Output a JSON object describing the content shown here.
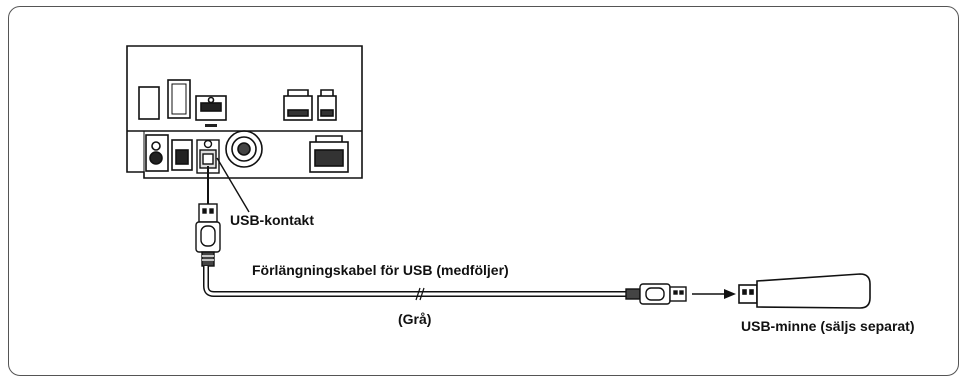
{
  "labels": {
    "usb_connector": "USB-kontakt",
    "extension_cable": "Förlängningskabel för USB (medföljer)",
    "cable_color": "(Grå)",
    "usb_memory": "USB-minne (säljs separat)"
  }
}
